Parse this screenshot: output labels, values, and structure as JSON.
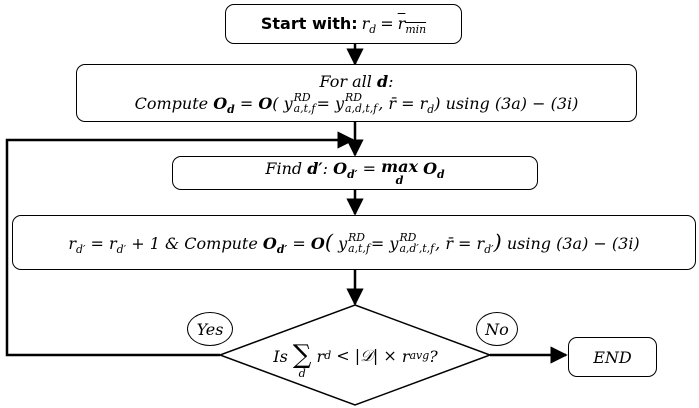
{
  "start": {
    "prefix": "Start with:",
    "var": "r",
    "var_sub": "d",
    "eq": "=",
    "rhs": "r",
    "rhs_sub": "min"
  },
  "compute_all": {
    "line1_prefix": "For all",
    "line1_var": "d",
    "line1_suffix": ":",
    "line2_prefix": "Compute",
    "O": "O",
    "O_sub": "d",
    "eq": "=",
    "paren_open": "(",
    "y": "y",
    "y_sup": "RD",
    "y_sub": "a,t,f",
    "eq2": "=",
    "y2_sub": "a,d,t,f",
    "rbar": ", r̄ = r",
    "rbar_sub": "d",
    "paren_close": ")",
    "using": "using (3a) − (3i)"
  },
  "find": {
    "prefix": "Find",
    "d_prime": "d′",
    "colon": ":",
    "O": "O",
    "O_sub": "d′",
    "eq": "=",
    "max": "max",
    "max_under": "d",
    "rhs": "O",
    "rhs_sub": "d"
  },
  "update": {
    "lhs": "r",
    "lhs_sub": "d′",
    "eq": "=",
    "rhs": "r",
    "rhs_sub": "d′",
    "plus": "+ 1  &",
    "compute": "Compute",
    "O": "O",
    "O_sub": "d′",
    "eq2": "=",
    "paren_open": "(",
    "y": "y",
    "y_sup": "RD",
    "y_sub": "a,t,f",
    "eq3": "=",
    "y2_sub": "a,d′,t,f",
    "rbar": ", r̄ = r",
    "rbar_sub": "d′",
    "paren_close": ")",
    "using": "using (3a) − (3i)"
  },
  "decision": {
    "is": "Is",
    "sum": "∑",
    "sum_under": "d",
    "r": "r",
    "r_sub": "d",
    "lt": "< |𝒟| ×",
    "ravg": "r",
    "ravg_sub": "avg",
    "q": "?"
  },
  "yes_label": "Yes",
  "no_label": "No",
  "end_label": "END"
}
